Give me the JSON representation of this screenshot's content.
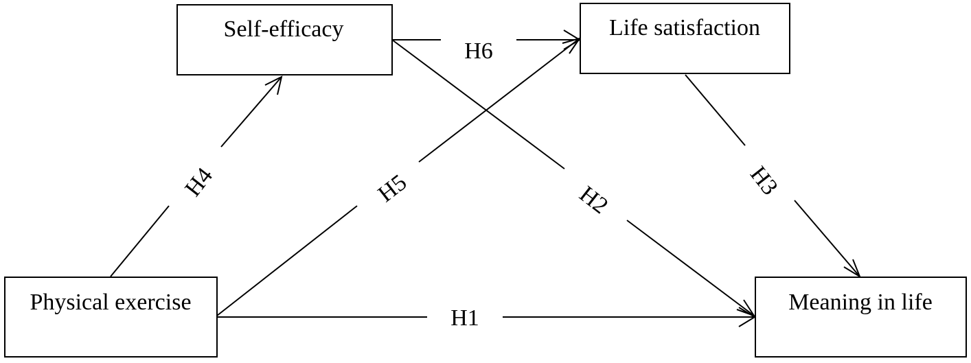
{
  "nodes": {
    "self_efficacy": "Self-efficacy",
    "life_satisfaction": "Life satisfaction",
    "physical_exercise": "Physical exercise",
    "meaning_in_life": "Meaning in life"
  },
  "edges": {
    "h1": "H1",
    "h2": "H2",
    "h3": "H3",
    "h4": "H4",
    "h5": "H5",
    "h6": "H6"
  },
  "colors": {
    "stroke": "#000000",
    "background": "#ffffff"
  }
}
